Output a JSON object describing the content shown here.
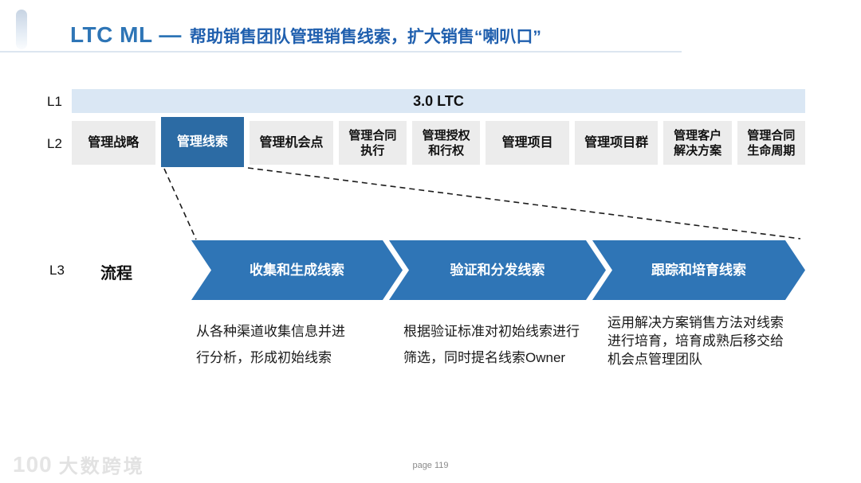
{
  "title": {
    "prefix": "LTC ML —",
    "main": "帮助销售团队管理销售线索，扩大销售“喇叭口”"
  },
  "levels": {
    "l1": "L1",
    "l2": "L2",
    "l3": "L3",
    "l3_name": "流程"
  },
  "l1_bar": {
    "label": "3.0 LTC"
  },
  "l2_row": {
    "items": [
      {
        "label": "管理战略",
        "active": false
      },
      {
        "label": "管理线索",
        "active": true
      },
      {
        "label": "管理机会点",
        "active": false
      },
      {
        "label": "管理合同\n执行",
        "active": false
      },
      {
        "label": "管理授权\n和行权",
        "active": false
      },
      {
        "label": "管理项目",
        "active": false
      },
      {
        "label": "管理项目群",
        "active": false
      },
      {
        "label": "管理客户\n解决方案",
        "active": false
      },
      {
        "label": "管理合同\n生命周期",
        "active": false
      }
    ]
  },
  "process": {
    "steps": [
      {
        "title": "收集和生成线索",
        "desc": "从各种渠道收集信息并进\n行分析，形成初始线索"
      },
      {
        "title": "验证和分发线索",
        "desc": "根据验证标准对初始线索进行\n筛选，同时提名线索Owner"
      },
      {
        "title": "跟踪和培育线索",
        "desc": "运用解决方案销售方法对线索\n进行培育，培育成熟后移交给\n机会点管理团队"
      }
    ]
  },
  "footer": {
    "logo_mark": "100",
    "brand": "大数跨境",
    "page": "page 119"
  },
  "colors": {
    "title_blue": "#2e75b6",
    "active_box_blue": "#2c6ba4",
    "arrow_blue": "#2f75b6",
    "l1_bar_bg": "#dae7f4",
    "l2_box_bg": "#ececec"
  }
}
